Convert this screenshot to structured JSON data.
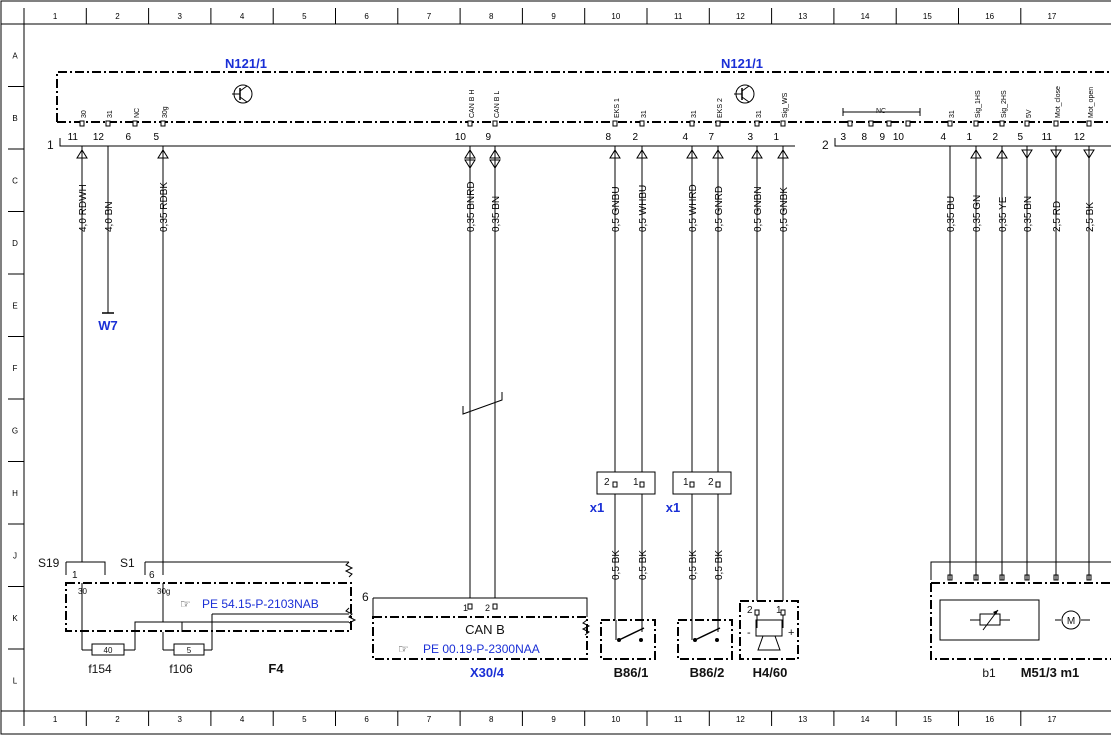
{
  "grid": {
    "columns": [
      "1",
      "2",
      "3",
      "4",
      "5",
      "6",
      "7",
      "8",
      "9",
      "10",
      "11",
      "12",
      "13",
      "14",
      "15",
      "16",
      "17"
    ],
    "rows": [
      "A",
      "B",
      "C",
      "D",
      "E",
      "F",
      "G",
      "H",
      "J",
      "K",
      "L"
    ]
  },
  "modules": {
    "left_label": "N121/1",
    "right_label": "N121/1",
    "left_connector": "1",
    "right_connector": "2"
  },
  "connector1_pins": [
    {
      "num": "11",
      "signal": "30",
      "wire": "4,0 RDWH"
    },
    {
      "num": "12",
      "signal": "31",
      "wire": "4,0 BN"
    },
    {
      "num": "6",
      "signal": "NC",
      "wire": ""
    },
    {
      "num": "5",
      "signal": "30g",
      "wire": "0,35 RDBK"
    },
    {
      "num": "10",
      "signal": "CAN B H",
      "wire": "0,35 BNRD"
    },
    {
      "num": "9",
      "signal": "CAN B L",
      "wire": "0,35 BN"
    },
    {
      "num": "8",
      "signal": "EKS 1",
      "wire": "0,5 GNBU"
    },
    {
      "num": "2",
      "signal": "31",
      "wire": "0,5 WHBU"
    },
    {
      "num": "4",
      "signal": "31",
      "wire": "0,5 WHRD"
    },
    {
      "num": "7",
      "signal": "EKS 2",
      "wire": "0,5 GNRD"
    },
    {
      "num": "3",
      "signal": "31",
      "wire": "0,5 GNBN"
    },
    {
      "num": "1",
      "signal": "Sig_WS",
      "wire": "0,5 GNBK"
    }
  ],
  "connector2_nc": {
    "label": "NC",
    "pins": [
      "3",
      "8",
      "9",
      "10"
    ]
  },
  "connector2_pins": [
    {
      "num": "4",
      "signal": "31",
      "wire": "0,35 BU"
    },
    {
      "num": "1",
      "signal": "Sig_1HS",
      "wire": "0,35 GN"
    },
    {
      "num": "2",
      "signal": "Sig_2HS",
      "wire": "0,35 YE"
    },
    {
      "num": "5",
      "signal": "5V",
      "wire": "0,35 BN"
    },
    {
      "num": "11",
      "signal": "Mot_close",
      "wire": "2,5 RD"
    },
    {
      "num": "12",
      "signal": "Mot_open",
      "wire": "2,5 BK"
    }
  ],
  "ground_ref": "W7",
  "fuse_box": {
    "s19": "S19",
    "s1": "S1",
    "pin1": "1",
    "pin1_sig": "30",
    "pin6": "6",
    "pin6_sig": "30g",
    "ref": "PE 54.15-P-2103NAB",
    "fuse1_rating": "40",
    "fuse1_label": "f154",
    "fuse2_rating": "5",
    "fuse2_label": "f106",
    "name": "F4"
  },
  "can": {
    "pin_count": "6",
    "pin1": "1",
    "pin2": "2",
    "title": "CAN B",
    "ref": "PE 00.19-P-2300NAA",
    "label": "X30/4"
  },
  "x1_left": {
    "label": "x1",
    "pins": [
      "2",
      "1"
    ]
  },
  "x1_right": {
    "label": "x1",
    "pins": [
      "1",
      "2"
    ]
  },
  "lower_wires": [
    "0,5 BK",
    "0,5 BK",
    "0,5 BK",
    "0,5 BK"
  ],
  "components": {
    "b86_1": "B86/1",
    "b86_2": "B86/2",
    "h4_60": "H4/60",
    "h4_pin2": "2",
    "h4_pin1": "1",
    "h4_minus": "-",
    "h4_plus": "+",
    "b1": "b1",
    "m51": "M51/3 m1",
    "motor": "M"
  }
}
